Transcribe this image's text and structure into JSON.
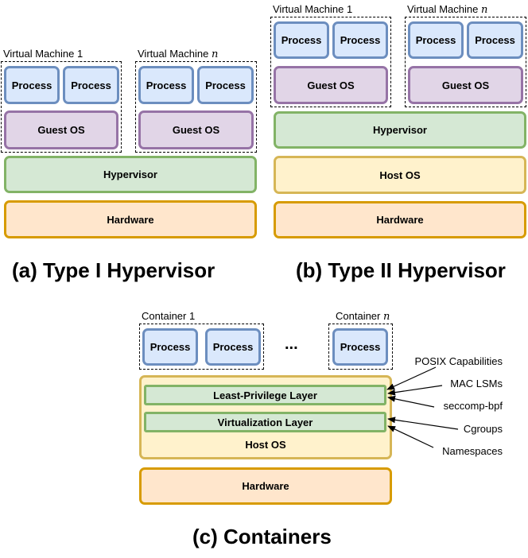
{
  "type1": {
    "vm1_label": "Virtual Machine 1",
    "vmn_label": "Virtual Machine ",
    "vmn_var": "n",
    "process": "Process",
    "guest_os": "Guest OS",
    "hypervisor": "Hypervisor",
    "hardware": "Hardware",
    "caption": "(a) Type I Hypervisor"
  },
  "type2": {
    "vm1_label": "Virtual Machine 1",
    "vmn_label": "Virtual Machine ",
    "vmn_var": "n",
    "process": "Process",
    "guest_os": "Guest OS",
    "hypervisor": "Hypervisor",
    "host_os": "Host OS",
    "hardware": "Hardware",
    "caption": "(b) Type II Hypervisor"
  },
  "containers": {
    "c1_label": "Container 1",
    "cn_label": "Container ",
    "cn_var": "n",
    "process": "Process",
    "ellipsis": "...",
    "least_privilege": "Least-Privilege Layer",
    "virtualization": "Virtualization Layer",
    "host_os": "Host OS",
    "hardware": "Hardware",
    "caption": "(c) Containers",
    "mechanisms": [
      "POSIX Capabilities",
      "MAC LSMs",
      "seccomp-bpf",
      "Cgroups",
      "Namespaces"
    ]
  },
  "colors": {
    "process_fill": "#dae8fc",
    "process_stroke": "#6c8ebf",
    "guest_fill": "#e1d5e7",
    "guest_stroke": "#9673a6",
    "hyper_fill": "#d5e8d4",
    "hyper_stroke": "#82b366",
    "host_fill": "#fff2cc",
    "host_stroke": "#d6b656",
    "hw_fill": "#ffe6cc",
    "hw_stroke": "#d79b00"
  }
}
